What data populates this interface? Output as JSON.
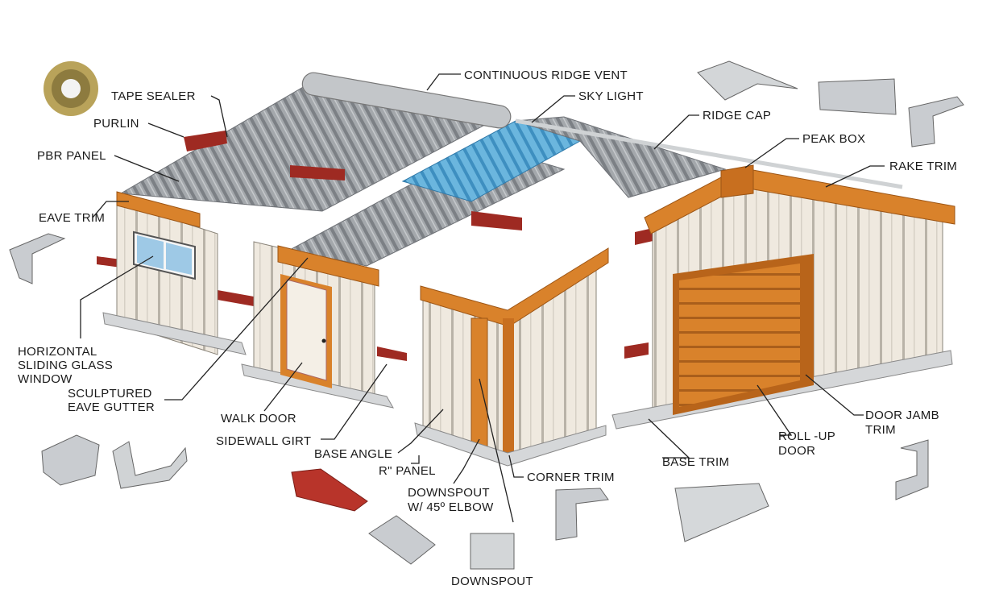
{
  "labels": {
    "continuous_ridge_vent": "CONTINUOUS RIDGE VENT",
    "tape_sealer": "TAPE SEALER",
    "sky_light": "SKY LIGHT",
    "purlin": "PURLIN",
    "ridge_cap": "RIDGE CAP",
    "peak_box": "PEAK BOX",
    "pbr_panel": "PBR PANEL",
    "rake_trim": "RAKE TRIM",
    "eave_trim": "EAVE TRIM",
    "horizontal_window": [
      "HORIZONTAL",
      "SLIDING GLASS",
      "WINDOW"
    ],
    "sculptured_gutter": [
      "SCULPTURED",
      "EAVE GUTTER"
    ],
    "walk_door": "WALK DOOR",
    "sidewall_girt": "SIDEWALL GIRT",
    "base_angle": "BASE ANGLE",
    "r_panel": "R\" PANEL",
    "downspout_elbow": [
      "DOWNSPOUT",
      "W/ 45º ELBOW"
    ],
    "corner_trim": "CORNER TRIM",
    "base_trim": "BASE TRIM",
    "rollup_door": [
      "ROLL -UP",
      "DOOR"
    ],
    "door_jamb_trim": [
      "DOOR JAMB",
      "TRIM"
    ],
    "downspout": "DOWNSPOUT"
  },
  "colors": {
    "roof_panel": "#8e9296",
    "skylight": "#5fa8d3",
    "trim": "#d9822b",
    "trim_dark": "#b8641a",
    "wall": "#ece6dc",
    "girt": "#9e2a22",
    "window_glass": "#9ec9e6",
    "flashing": "#c9ccd0"
  }
}
